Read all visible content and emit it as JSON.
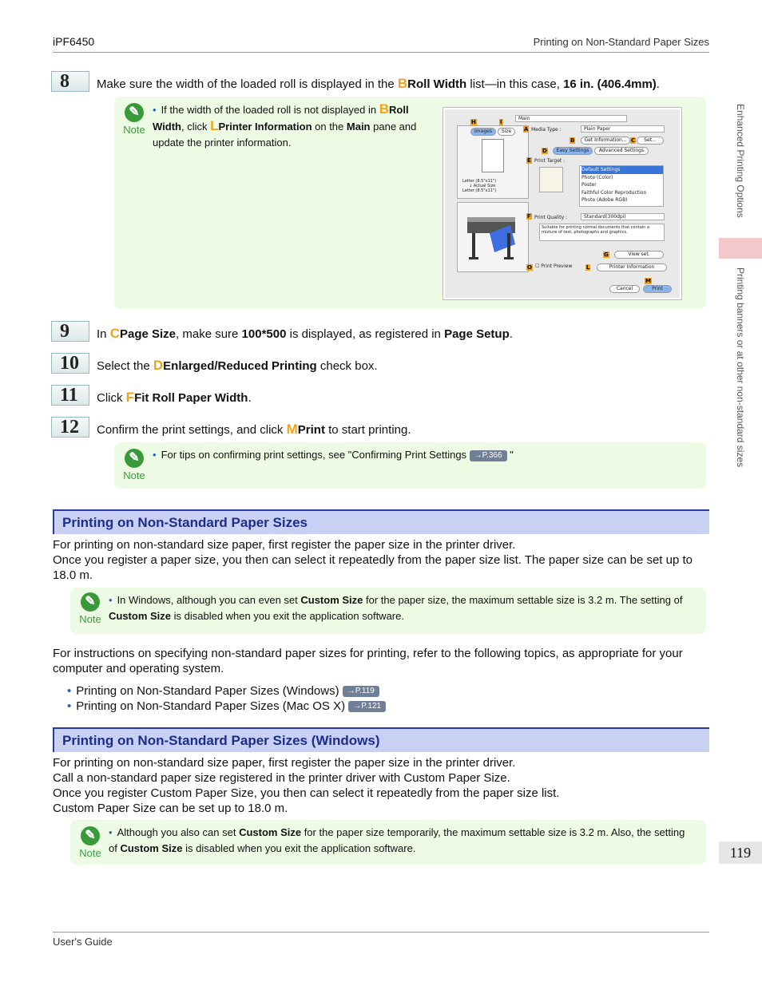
{
  "header": {
    "model": "iPF6450",
    "section": "Printing on Non-Standard Paper Sizes"
  },
  "side": {
    "chapter": "Enhanced Printing Options",
    "subsection": "Printing banners or at other non-standard sizes"
  },
  "page_number": "119",
  "footer": "User's Guide",
  "steps": [
    {
      "num": "8",
      "pre": "Make sure the width of the loaded roll is displayed in the ",
      "letter": "B",
      "bold": "Roll Width",
      "mid": " list—in this case, ",
      "bold2": "16 in. (406.4mm)",
      "post": "."
    },
    {
      "num": "9",
      "pre": "In ",
      "letter": "C",
      "bold": "Page Size",
      "mid": ", make sure ",
      "bold2": "100*500",
      "mid2": " is displayed, as registered in ",
      "bold3": "Page Setup",
      "post": "."
    },
    {
      "num": "10",
      "pre": "Select the ",
      "letter": "D",
      "bold": "Enlarged/Reduced Printing",
      "post": " check box."
    },
    {
      "num": "11",
      "pre": "Click ",
      "letter": "F",
      "bold": "Fit Roll Paper Width",
      "post": "."
    },
    {
      "num": "12",
      "pre": "Confirm the print settings, and click ",
      "letter": "M",
      "bold": "Print",
      "post": " to start printing."
    }
  ],
  "note_label": "Note",
  "note1": {
    "pre": "If the width of the loaded roll is not displayed in ",
    "letter": "B",
    "bold": "Roll Width",
    "mid": ", click ",
    "letter2": "L",
    "bold2": "Printer Information",
    "mid2": " on the ",
    "bold3": "Main",
    "post": " pane and update the printer information."
  },
  "note2": {
    "text": "For tips on confirming print settings, see \"Confirming Print Settings ",
    "ref": "→P.366",
    "post": " \""
  },
  "section1": {
    "title": "Printing on Non-Standard Paper Sizes",
    "p1": "For printing on non-standard size paper, first register the paper size in the printer driver.",
    "p2": "Once you register a paper size, you then can select it repeatedly from the paper size list. The paper size can be set up to 18.0 m.",
    "note": {
      "pre": "In Windows, although you can even set ",
      "bold": "Custom Size",
      "mid": " for the paper size, the maximum settable size is 3.2 m. The setting of ",
      "bold2": "Custom Size",
      "post": " is disabled when you exit the application software."
    },
    "p3": "For instructions on specifying non-standard paper sizes for printing, refer to the following topics, as appropriate for your computer and operating system.",
    "links": [
      {
        "text": "Printing on Non-Standard Paper Sizes (Windows) ",
        "ref": "→P.119"
      },
      {
        "text": "Printing on Non-Standard Paper Sizes (Mac OS X) ",
        "ref": "→P.121"
      }
    ]
  },
  "section2": {
    "title": "Printing on Non-Standard Paper Sizes (Windows)",
    "lines": [
      "For printing on non-standard size paper, first register the paper size in the printer driver.",
      "Call a non-standard paper size registered in the printer driver with Custom Paper Size.",
      "Once you register Custom Paper Size, you then can select it repeatedly from the paper size list.",
      "Custom Paper Size can be set up to 18.0 m."
    ],
    "note": {
      "pre": "Although you also can set ",
      "bold": "Custom Size",
      "mid": " for the paper size temporarily, the maximum settable size is 3.2 m. Also, the setting of ",
      "bold2": "Custom Size",
      "post": " is disabled when you exit the application software."
    }
  },
  "dialog": {
    "main_tab": "Main",
    "tab_images": "Images",
    "tab_size": "Size",
    "media_type_label": "Media Type :",
    "media_type": "Plain Paper",
    "get_info": "Get Information...",
    "set": "Set...",
    "easy": "Easy Settings",
    "advanced": "Advanced Settings",
    "print_target_label": "Print Target :",
    "targets": [
      "Default Settings",
      "Photo (Color)",
      "Poster",
      "Faithful Color Reproduction",
      "Photo (Adobe RGB)"
    ],
    "quality_label": "Print Quality :",
    "quality": "Standard(300dpi)",
    "desc": "Suitable for printing normal documents that contain a mixture of text, photographs and graphics.",
    "view_set": "View set.",
    "preview": "Print Preview",
    "printer_info": "Printer Information",
    "cancel": "Cancel",
    "print": "Print",
    "size1": "Letter (8.5\"x11\")",
    "actual": "Actual Size",
    "size2": "Letter (8.5\"x11\")",
    "markers": [
      "H",
      "I",
      "A",
      "B",
      "C",
      "D",
      "E",
      "F",
      "G",
      "O",
      "L",
      "M"
    ]
  }
}
